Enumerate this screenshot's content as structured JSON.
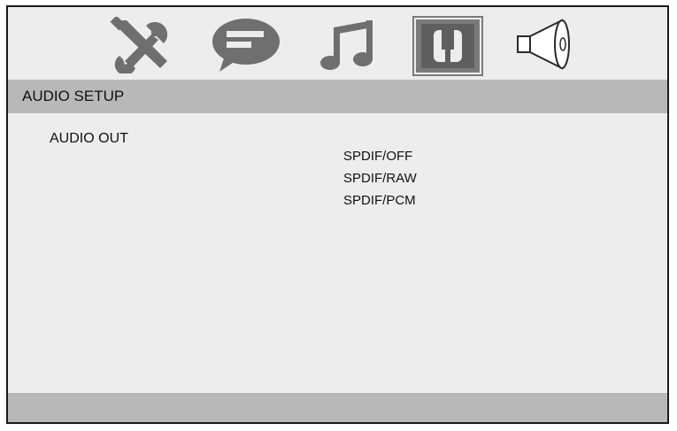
{
  "menu": {
    "tabs": [
      {
        "icon": "wrench-screwdriver-icon",
        "selected": false
      },
      {
        "icon": "speech-bubble-icon",
        "selected": false
      },
      {
        "icon": "music-note-icon",
        "selected": false
      },
      {
        "icon": "audio-plug-icon",
        "selected": true
      },
      {
        "icon": "speaker-icon",
        "selected": false
      }
    ]
  },
  "header": {
    "title": "AUDIO SETUP"
  },
  "setting": {
    "label": "AUDIO OUT",
    "options": [
      "SPDIF/OFF",
      "SPDIF/RAW",
      "SPDIF/PCM"
    ]
  },
  "colors": {
    "background": "#ededed",
    "bar": "#b8b8b8",
    "selected_tab": "#7a7a7a",
    "icon": "#6f6f6f"
  }
}
